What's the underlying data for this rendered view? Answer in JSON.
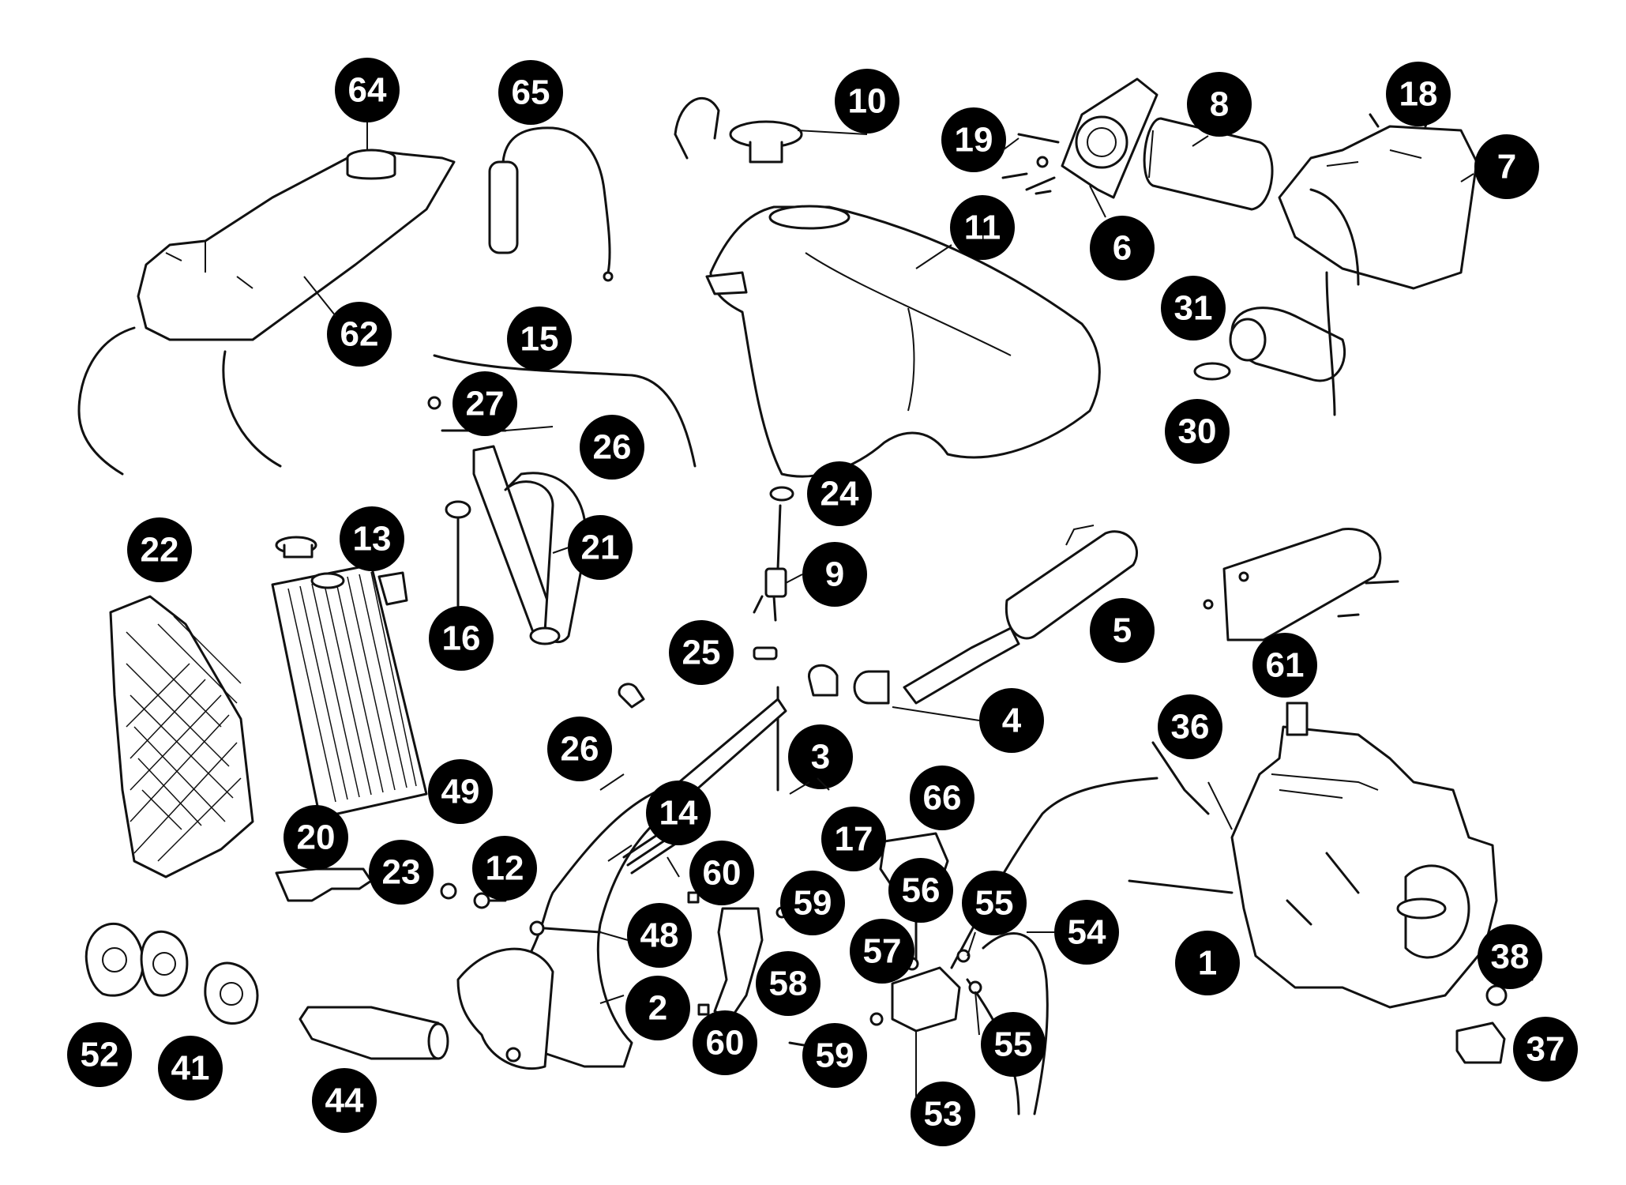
{
  "colors": {
    "ink": "#111111",
    "callout_fill": "#000000",
    "callout_text": "#ffffff",
    "background": "#ffffff"
  },
  "parts": [
    {
      "id": "engine",
      "callout": "1",
      "icon": "engine-block-icon"
    },
    {
      "id": "exhaust-pipe",
      "callout": "2",
      "icon": "exhaust-pipe-icon"
    },
    {
      "id": "clamp-3",
      "callout": "3",
      "icon": "clamp-icon"
    },
    {
      "id": "sleeve",
      "callout": "4",
      "icon": "sleeve-icon"
    },
    {
      "id": "silencer",
      "callout": "5",
      "icon": "silencer-icon"
    },
    {
      "id": "air-box-cover",
      "callout": "6",
      "icon": "cover-plate-icon"
    },
    {
      "id": "air-box",
      "callout": "7",
      "icon": "air-box-icon"
    },
    {
      "id": "air-filter",
      "callout": "8",
      "icon": "air-filter-icon"
    },
    {
      "id": "fuel-tap",
      "callout": "9",
      "icon": "fuel-tap-icon"
    },
    {
      "id": "fuel-cap",
      "callout": "10",
      "icon": "fuel-cap-icon"
    },
    {
      "id": "fuel-tank",
      "callout": "11",
      "icon": "fuel-tank-icon"
    },
    {
      "id": "bolt-12",
      "callout": "12",
      "icon": "bolt-icon"
    },
    {
      "id": "radiator-cap",
      "callout": "13",
      "icon": "radiator-cap-icon"
    },
    {
      "id": "spring-14",
      "callout": "14",
      "icon": "spring-icon"
    },
    {
      "id": "hose-15",
      "callout": "15",
      "icon": "hose-icon"
    },
    {
      "id": "hose-clip-16",
      "callout": "16",
      "icon": "hose-clip-icon"
    },
    {
      "id": "pipe-17",
      "callout": "17",
      "icon": "pipe-icon"
    },
    {
      "id": "clip-18",
      "callout": "18",
      "icon": "clip-icon"
    },
    {
      "id": "screw-19",
      "callout": "19",
      "icon": "screw-icon"
    },
    {
      "id": "radiator",
      "callout": "20",
      "icon": "radiator-icon"
    },
    {
      "id": "radiator-hose",
      "callout": "21",
      "icon": "hose-icon"
    },
    {
      "id": "radiator-guard",
      "callout": "22",
      "icon": "guard-grille-icon"
    },
    {
      "id": "bracket-23",
      "callout": "23",
      "icon": "bracket-icon"
    },
    {
      "id": "fuel-tap-seal",
      "callout": "24",
      "icon": "seal-icon"
    },
    {
      "id": "filter-25",
      "callout": "25",
      "icon": "filter-icon"
    },
    {
      "id": "hose-clamp-26a",
      "callout": "26",
      "icon": "hose-clamp-icon"
    },
    {
      "id": "hose-clamp-26b",
      "callout": "26",
      "icon": "hose-clamp-icon"
    },
    {
      "id": "bolt-27",
      "callout": "27",
      "icon": "bolt-icon"
    },
    {
      "id": "clamp-30",
      "callout": "30",
      "icon": "clamp-icon"
    },
    {
      "id": "carburetor-boot",
      "callout": "31",
      "icon": "rubber-boot-icon"
    },
    {
      "id": "breather-36",
      "callout": "36",
      "icon": "breather-icon"
    },
    {
      "id": "lever-37",
      "callout": "37",
      "icon": "lever-icon"
    },
    {
      "id": "bushing-38",
      "callout": "38",
      "icon": "bushing-icon"
    },
    {
      "id": "gasket-41",
      "callout": "41",
      "icon": "gasket-icon"
    },
    {
      "id": "kickstart-44",
      "callout": "44",
      "icon": "kickstart-icon"
    },
    {
      "id": "bolt-48",
      "callout": "48",
      "icon": "bolt-icon"
    },
    {
      "id": "nut-49",
      "callout": "49",
      "icon": "nut-icon"
    },
    {
      "id": "gasket-52",
      "callout": "52",
      "icon": "gasket-icon"
    },
    {
      "id": "water-pump-53",
      "callout": "53",
      "icon": "water-pump-icon"
    },
    {
      "id": "hose-54",
      "callout": "54",
      "icon": "hose-icon"
    },
    {
      "id": "clamp-55a",
      "callout": "55",
      "icon": "clamp-icon"
    },
    {
      "id": "clamp-55b",
      "callout": "55",
      "icon": "clamp-icon"
    },
    {
      "id": "fitting-56",
      "callout": "56",
      "icon": "fitting-icon"
    },
    {
      "id": "seal-57",
      "callout": "57",
      "icon": "seal-icon"
    },
    {
      "id": "heat-shield-58",
      "callout": "58",
      "icon": "heat-shield-icon"
    },
    {
      "id": "screw-59a",
      "callout": "59",
      "icon": "screw-icon"
    },
    {
      "id": "screw-59b",
      "callout": "59",
      "icon": "screw-icon"
    },
    {
      "id": "washer-60a",
      "callout": "60",
      "icon": "washer-icon"
    },
    {
      "id": "washer-60b",
      "callout": "60",
      "icon": "washer-icon"
    },
    {
      "id": "silencer-guard-61",
      "callout": "61",
      "icon": "heat-shield-icon"
    },
    {
      "id": "coolant-reservoir",
      "callout": "62",
      "icon": "reservoir-icon"
    },
    {
      "id": "reservoir-cap",
      "callout": "64",
      "icon": "reservoir-cap-icon"
    },
    {
      "id": "sensor-65",
      "callout": "65",
      "icon": "sensor-icon"
    },
    {
      "id": "cover-66",
      "callout": "66",
      "icon": "cover-plate-icon"
    }
  ]
}
